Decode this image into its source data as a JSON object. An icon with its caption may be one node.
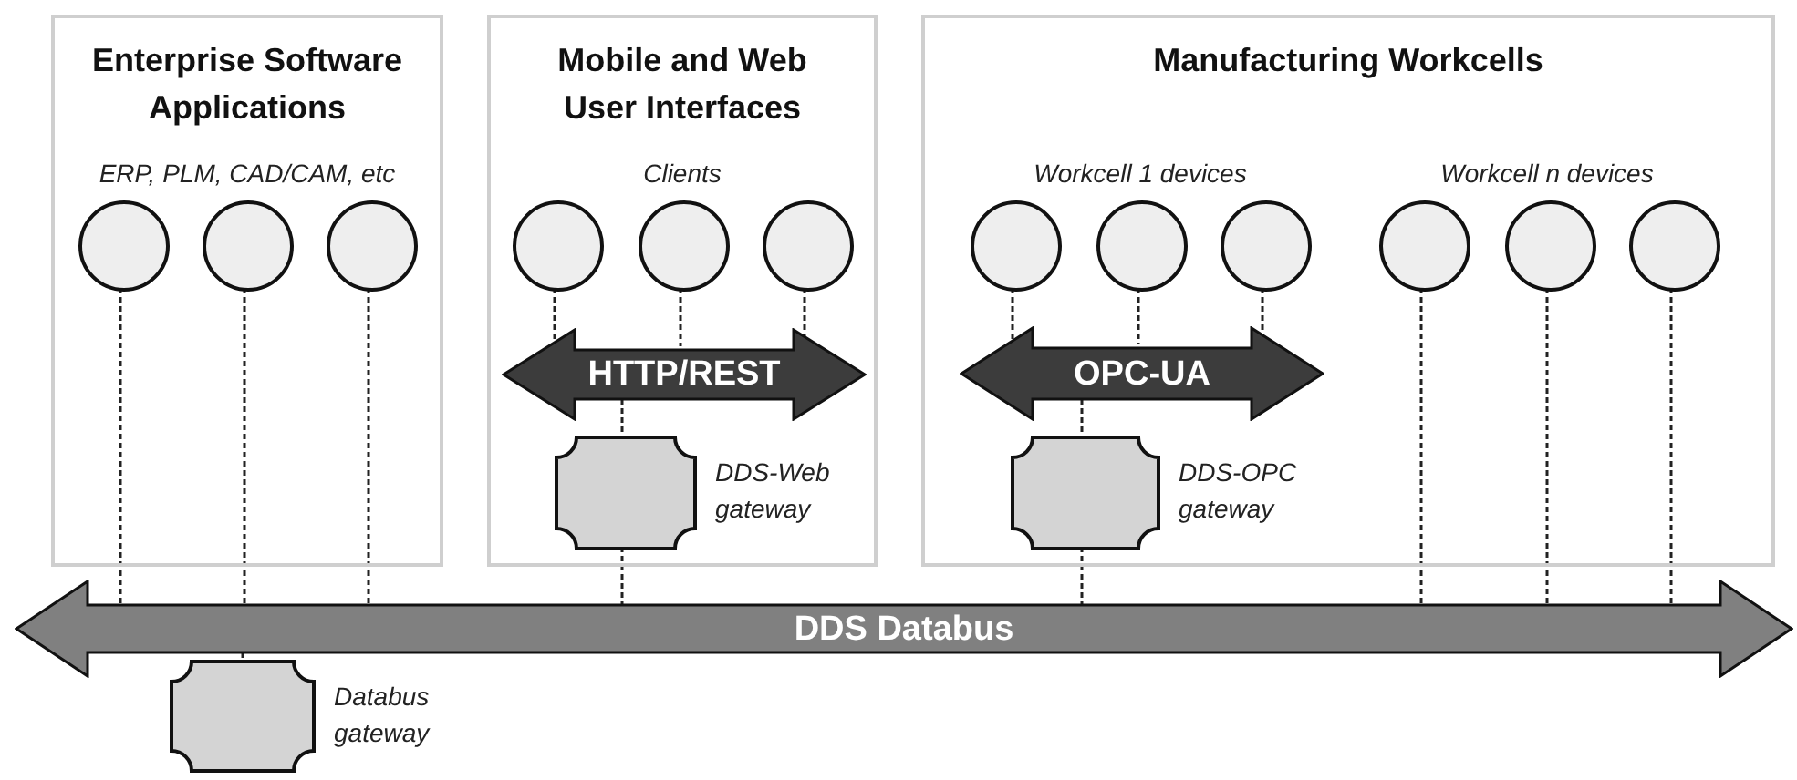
{
  "diagram": {
    "nodes": [
      {
        "text": [
          "Enterprise Software Applications",
          "ERP, PLM, CAD/CAM, etc"
        ]
      },
      {
        "text": [],
        "shape": "circle",
        "in": 0
      },
      {
        "text": [],
        "shape": "circle",
        "in": 0
      },
      {
        "text": [],
        "shape": "circle",
        "in": 0
      },
      {
        "text": [
          "Mobile and Web User Interfaces",
          "Clients"
        ]
      },
      {
        "text": [],
        "shape": "circle",
        "in": 4
      },
      {
        "text": [],
        "shape": "circle",
        "in": 4
      },
      {
        "text": [],
        "shape": "circle",
        "in": 4
      },
      {
        "text": [
          "HTTP/REST"
        ],
        "in": 4
      },
      {
        "text": [],
        "shape": "box",
        "in": 4,
        "beside": [
          "DDS-Web gateway"
        ]
      },
      {
        "text": [
          "Manufacturing Workcells",
          "Workcell 1 devices",
          "Workcell n devices"
        ]
      },
      {
        "text": [],
        "shape": "circle",
        "in": 10
      },
      {
        "text": [],
        "shape": "circle",
        "in": 10
      },
      {
        "text": [],
        "shape": "circle",
        "in": 10
      },
      {
        "text": [
          "OPC-UA"
        ],
        "in": 10
      },
      {
        "text": [],
        "shape": "box",
        "in": 10,
        "beside": [
          "DDS-OPC gateway"
        ]
      },
      {
        "text": [],
        "shape": "circle",
        "in": 10
      },
      {
        "text": [],
        "shape": "circle",
        "in": 10
      },
      {
        "text": [],
        "shape": "circle",
        "in": 10
      },
      {
        "text": [
          "DDS Databus"
        ]
      },
      {
        "text": [],
        "shape": "box",
        "beside": [
          "Databus gateway"
        ]
      }
    ],
    "edges": [
      {
        "from": 1,
        "to": 19,
        "arrow": "none",
        "style": "dashed"
      },
      {
        "from": 2,
        "to": 19,
        "arrow": "none",
        "style": "dashed"
      },
      {
        "from": 3,
        "to": 19,
        "arrow": "none",
        "style": "dashed"
      },
      {
        "from": 5,
        "to": 8,
        "arrow": "none",
        "style": "dashed"
      },
      {
        "from": 6,
        "to": 8,
        "arrow": "none",
        "style": "dashed"
      },
      {
        "from": 7,
        "to": 8,
        "arrow": "none",
        "style": "dashed"
      },
      {
        "from": 9,
        "to": 8,
        "arrow": "none",
        "style": "dashed"
      },
      {
        "from": 9,
        "to": 19,
        "arrow": "none",
        "style": "dashed"
      },
      {
        "from": 11,
        "to": 14,
        "arrow": "none",
        "style": "dashed"
      },
      {
        "from": 12,
        "to": 14,
        "arrow": "none",
        "style": "dashed"
      },
      {
        "from": 13,
        "to": 14,
        "arrow": "none",
        "style": "dashed"
      },
      {
        "from": 15,
        "to": 14,
        "arrow": "none",
        "style": "dashed"
      },
      {
        "from": 15,
        "to": 19,
        "arrow": "none",
        "style": "dashed"
      },
      {
        "from": 16,
        "to": 19,
        "arrow": "none",
        "style": "dashed"
      },
      {
        "from": 17,
        "to": 19,
        "arrow": "none",
        "style": "dashed"
      },
      {
        "from": 18,
        "to": 19,
        "arrow": "none",
        "style": "dashed"
      },
      {
        "from": 19,
        "to": 20,
        "arrow": "none",
        "style": "dashed"
      }
    ]
  }
}
